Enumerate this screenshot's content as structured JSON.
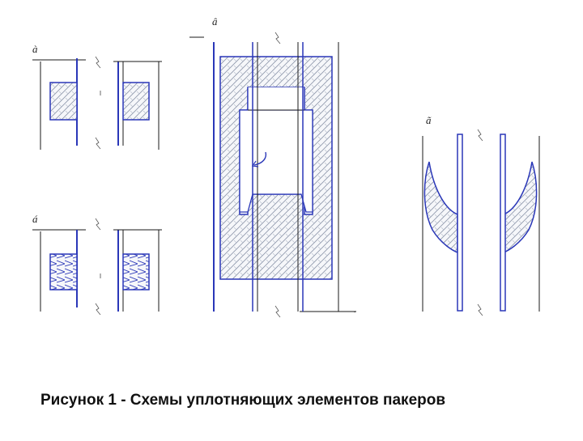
{
  "caption": "Рисунок 1 - Схемы уплотняющих элементов пакеров",
  "labels": {
    "a": "à",
    "b": "á",
    "v": "â",
    "g": "ã"
  },
  "colors": {
    "outline": "#2a37b8",
    "line": "#1a1a1a",
    "hatch": "#9aa3b6",
    "fill": "#f4f5f9"
  }
}
